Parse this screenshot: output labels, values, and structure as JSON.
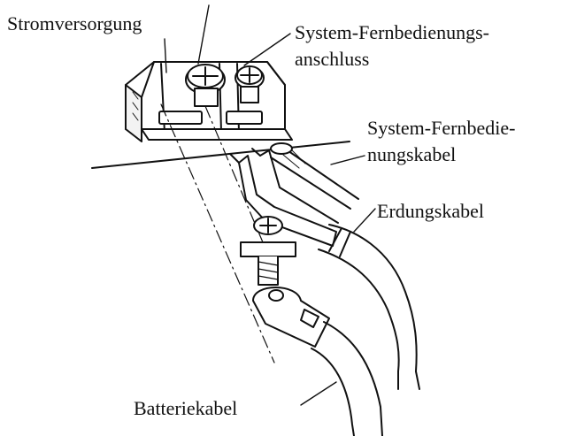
{
  "labels": {
    "power_supply": "Stromversorgung",
    "remote_port": [
      "System-Fernbedienungs-",
      "anschluss"
    ],
    "remote_cable": [
      "System-Fernbedie-",
      "nungskabel"
    ],
    "ground_cable": "Erdungskabel",
    "battery_cable": "Batteriekabel"
  }
}
